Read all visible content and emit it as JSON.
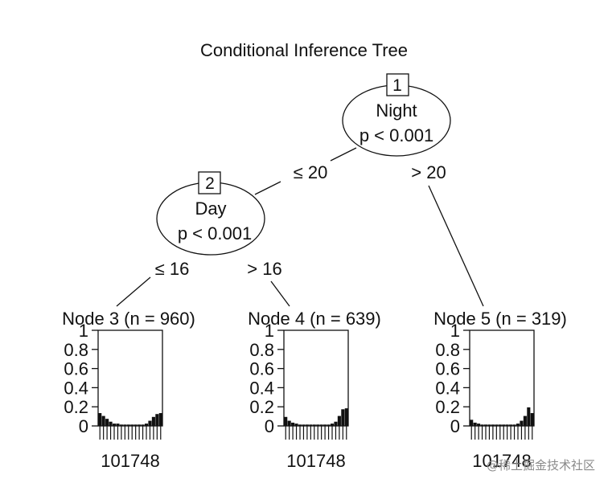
{
  "title": "Conditional Inference Tree",
  "inner_nodes": [
    {
      "id": "1",
      "variable": "Night",
      "pvalue": "p < 0.001"
    },
    {
      "id": "2",
      "variable": "Day",
      "pvalue": "p < 0.001"
    }
  ],
  "edge_labels": {
    "n1_left": "≤ 20",
    "n1_right": "> 20",
    "n2_left": "≤ 16",
    "n2_right": "> 16"
  },
  "terminal_nodes": [
    {
      "title": "Node 3 (n = 960)",
      "xlabel": "101748",
      "bars": [
        0.13,
        0.1,
        0.07,
        0.04,
        0.02,
        0.02,
        0.01,
        0.01,
        0.01,
        0.01,
        0.01,
        0.01,
        0.01,
        0.02,
        0.05,
        0.09,
        0.12,
        0.13
      ]
    },
    {
      "title": "Node 4 (n = 639)",
      "xlabel": "101748",
      "bars": [
        0.09,
        0.05,
        0.03,
        0.02,
        0.01,
        0.01,
        0.01,
        0.01,
        0.01,
        0.01,
        0.01,
        0.01,
        0.01,
        0.02,
        0.04,
        0.1,
        0.17,
        0.18
      ]
    },
    {
      "title": "Node 5 (n = 319)",
      "xlabel": "101748",
      "bars": [
        0.06,
        0.03,
        0.02,
        0.01,
        0.01,
        0.01,
        0.01,
        0.01,
        0.01,
        0.01,
        0.01,
        0.01,
        0.01,
        0.02,
        0.05,
        0.1,
        0.19,
        0.13
      ]
    }
  ],
  "y_ticks": [
    "1",
    "0.8",
    "0.6",
    "0.4",
    "0.2",
    "0"
  ],
  "y_range": [
    0,
    1
  ],
  "watermark": "@稀土掘金技术社区"
}
